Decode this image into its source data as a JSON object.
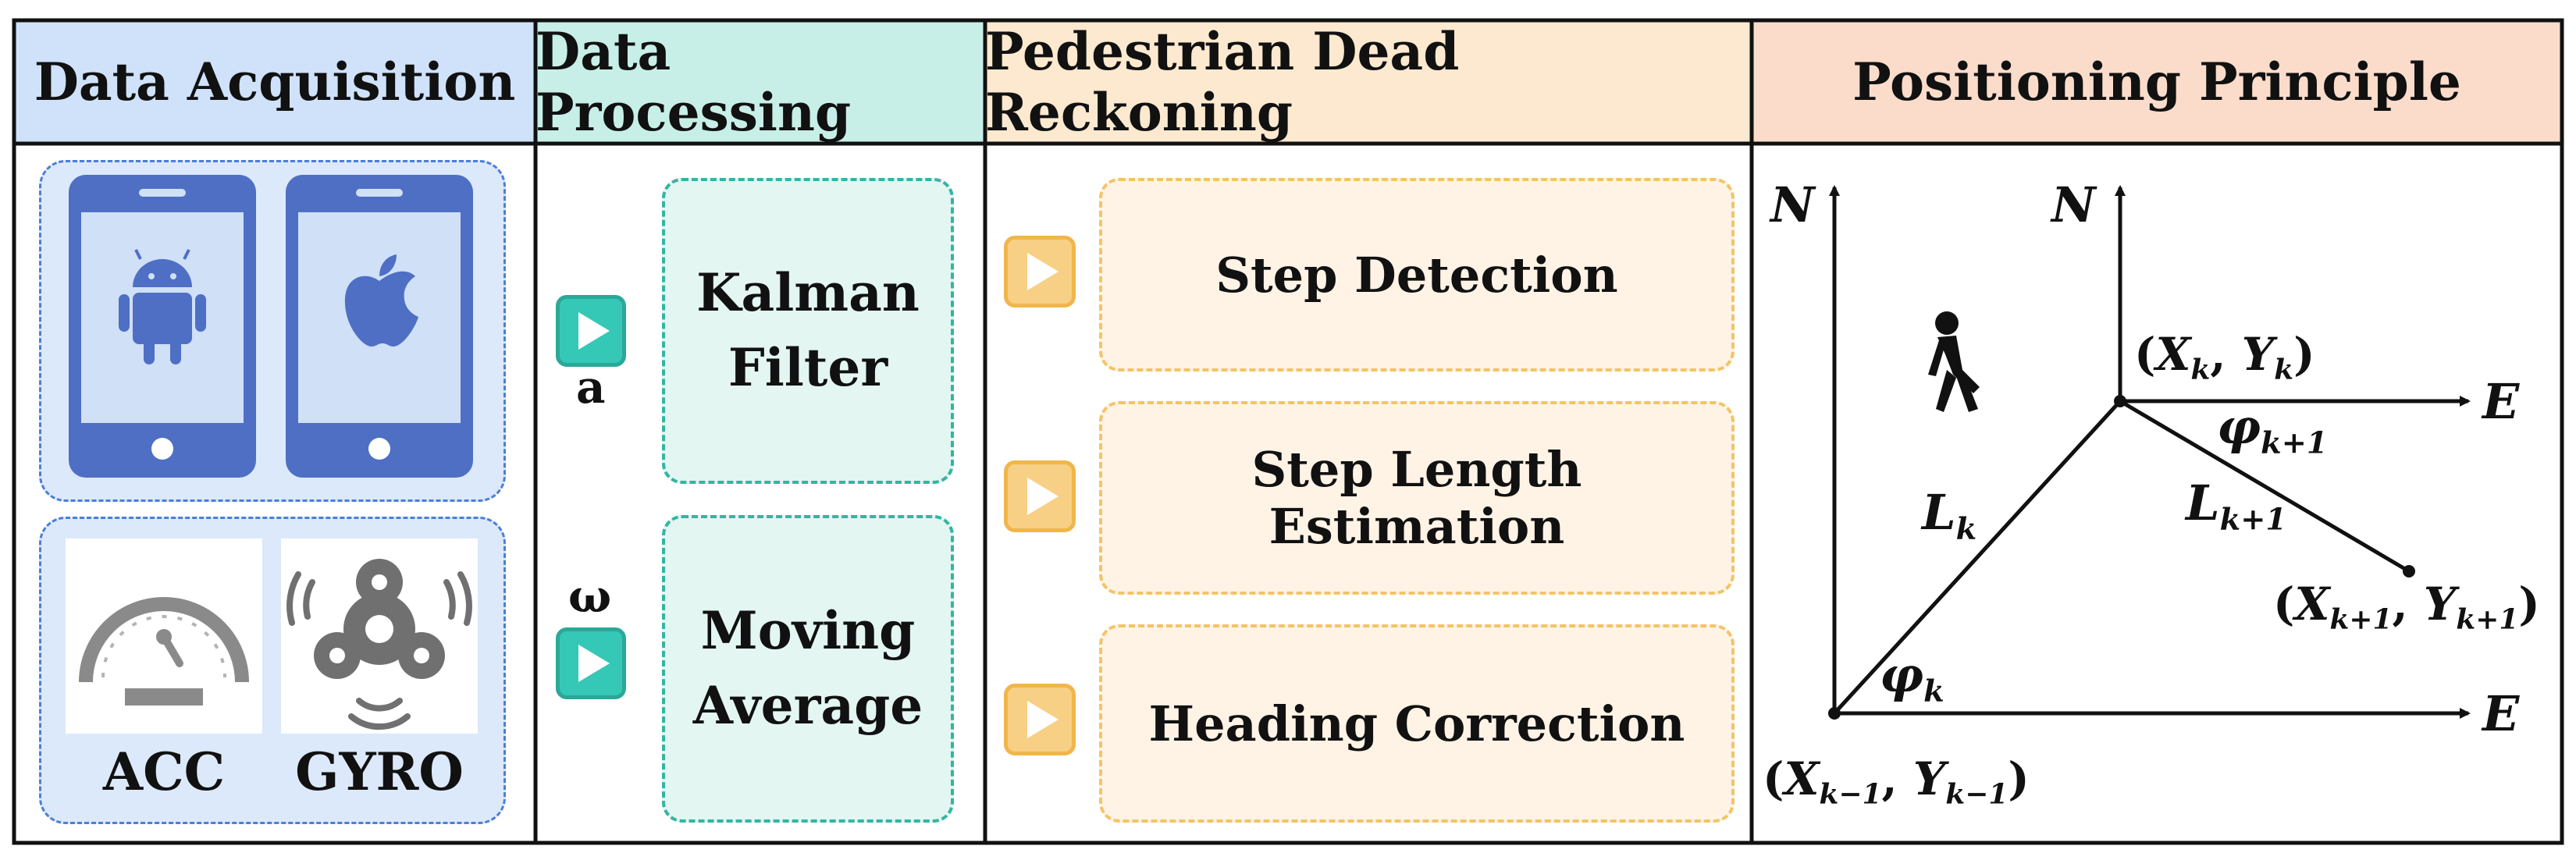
{
  "columns": {
    "acquisition": {
      "title": "Data Acquisition",
      "color": "#cfe2fa"
    },
    "processing": {
      "title": "Data Processing",
      "color": "#c7efe8"
    },
    "pdr": {
      "title": "Pedestrian Dead Reckoning",
      "color": "#fde9cf"
    },
    "positioning": {
      "title": "Positioning Principle",
      "color": "#fbdccb"
    }
  },
  "acquisition": {
    "phones": [
      "android-phone-icon",
      "apple-phone-icon"
    ],
    "sensors": {
      "acc_label": "ACC",
      "gyro_label": "GYRO"
    }
  },
  "processing": {
    "inputs": {
      "accel_symbol": "a",
      "gyro_symbol": "ω"
    },
    "kalman": {
      "line1": "Kalman",
      "line2": "Filter"
    },
    "moving": {
      "line1": "Moving",
      "line2": "Average"
    }
  },
  "pdr": {
    "steps": [
      "Step Detection",
      "Step Length Estimation",
      "Heading Correction"
    ]
  },
  "positioning": {
    "north_label": "N",
    "east_label": "E",
    "point_prev": {
      "X": "X",
      "Y": "Y",
      "sub": "k−1"
    },
    "point_cur": {
      "X": "X",
      "Y": "Y",
      "sub": "k"
    },
    "point_next": {
      "X": "X",
      "Y": "Y",
      "sub": "k+1"
    },
    "length_k": {
      "base": "L",
      "sub": "k"
    },
    "length_k1": {
      "base": "L",
      "sub": "k+1"
    },
    "heading_k": {
      "base": "φ",
      "sub": "k"
    },
    "heading_k1": {
      "base": "φ",
      "sub": "k+1"
    },
    "walker": "walking-person-icon"
  }
}
